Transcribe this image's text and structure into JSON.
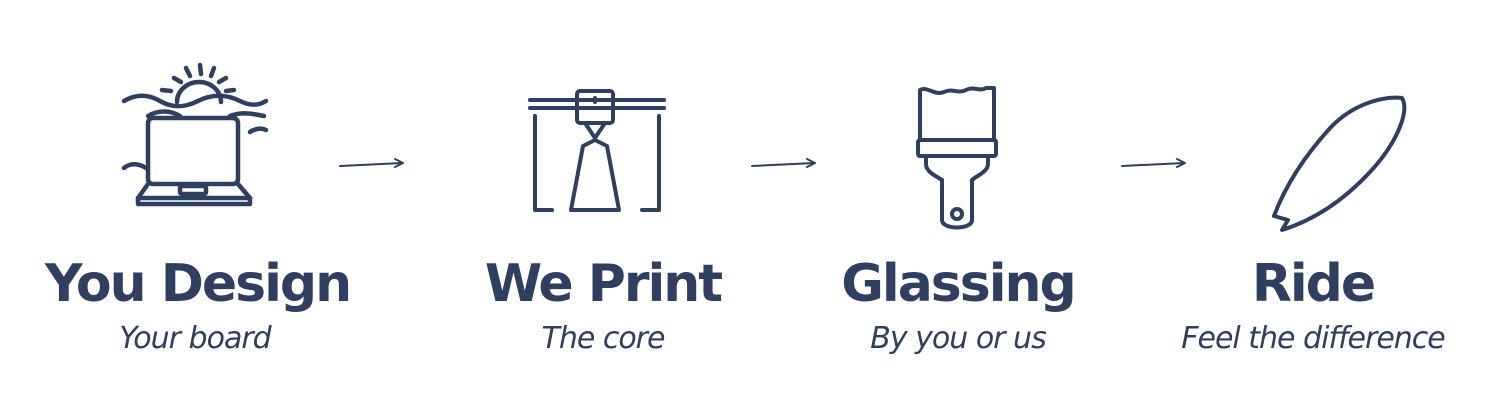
{
  "steps": [
    {
      "icon": "laptop-sunset-waves-icon",
      "title": "You Design",
      "subtitle": "Your board"
    },
    {
      "icon": "3d-printer-icon",
      "title": "We Print",
      "subtitle": "The core"
    },
    {
      "icon": "paintbrush-icon",
      "title": "Glassing",
      "subtitle": "By you or us"
    },
    {
      "icon": "surfboard-icon",
      "title": "Ride",
      "subtitle": "Feel the difference"
    }
  ],
  "colors": {
    "ink": "#2f3f5f",
    "background": "#ffffff"
  }
}
